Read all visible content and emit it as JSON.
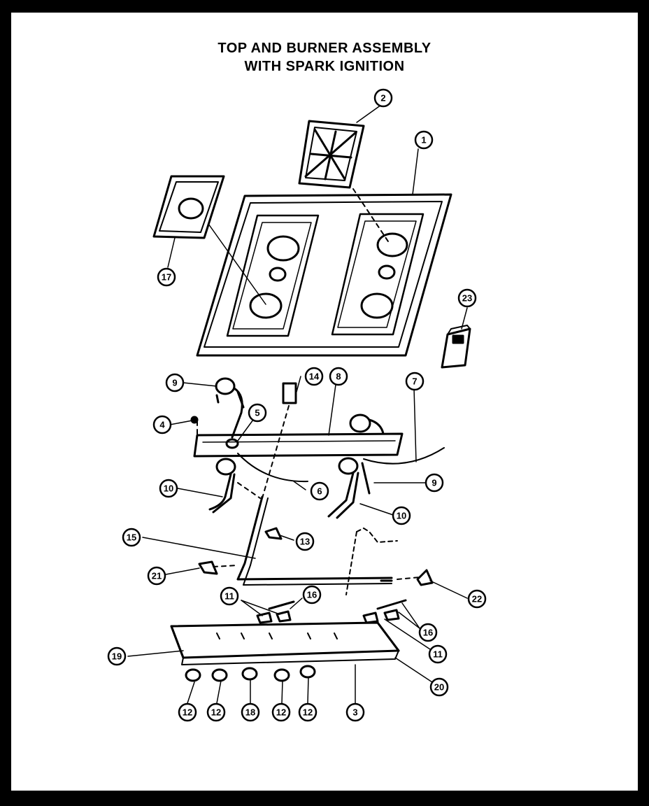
{
  "title": {
    "line1": "TOP AND BURNER ASSEMBLY",
    "line2": "WITH SPARK IGNITION"
  },
  "callouts": [
    {
      "id": "c2",
      "label": "2"
    },
    {
      "id": "c1",
      "label": "1"
    },
    {
      "id": "c17",
      "label": "17"
    },
    {
      "id": "c23",
      "label": "23"
    },
    {
      "id": "c9a",
      "label": "9"
    },
    {
      "id": "c14",
      "label": "14"
    },
    {
      "id": "c8",
      "label": "8"
    },
    {
      "id": "c7",
      "label": "7"
    },
    {
      "id": "c4",
      "label": "4"
    },
    {
      "id": "c5",
      "label": "5"
    },
    {
      "id": "c10a",
      "label": "10"
    },
    {
      "id": "c6",
      "label": "6"
    },
    {
      "id": "c9b",
      "label": "9"
    },
    {
      "id": "c10b",
      "label": "10"
    },
    {
      "id": "c15",
      "label": "15"
    },
    {
      "id": "c13",
      "label": "13"
    },
    {
      "id": "c21",
      "label": "21"
    },
    {
      "id": "c22",
      "label": "22"
    },
    {
      "id": "c11a",
      "label": "11"
    },
    {
      "id": "c16a",
      "label": "16"
    },
    {
      "id": "c16b",
      "label": "16"
    },
    {
      "id": "c11b",
      "label": "11"
    },
    {
      "id": "c19",
      "label": "19"
    },
    {
      "id": "c20",
      "label": "20"
    },
    {
      "id": "c12a",
      "label": "12"
    },
    {
      "id": "c12b",
      "label": "12"
    },
    {
      "id": "c18",
      "label": "18"
    },
    {
      "id": "c12c",
      "label": "12"
    },
    {
      "id": "c12d",
      "label": "12"
    },
    {
      "id": "c3",
      "label": "3"
    }
  ]
}
